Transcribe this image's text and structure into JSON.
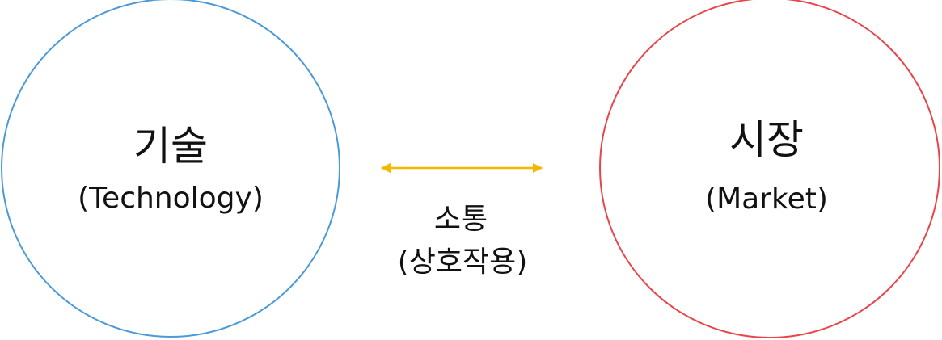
{
  "nodes": {
    "technology": {
      "title": "기술",
      "subtitle": "(Technology)",
      "color": "#4a9ad8"
    },
    "market": {
      "title": "시장",
      "subtitle": "(Market)",
      "color": "#e8454a"
    }
  },
  "edge": {
    "label_line1": "소통",
    "label_line2": "(상호작용)",
    "color": "#f5b800"
  }
}
